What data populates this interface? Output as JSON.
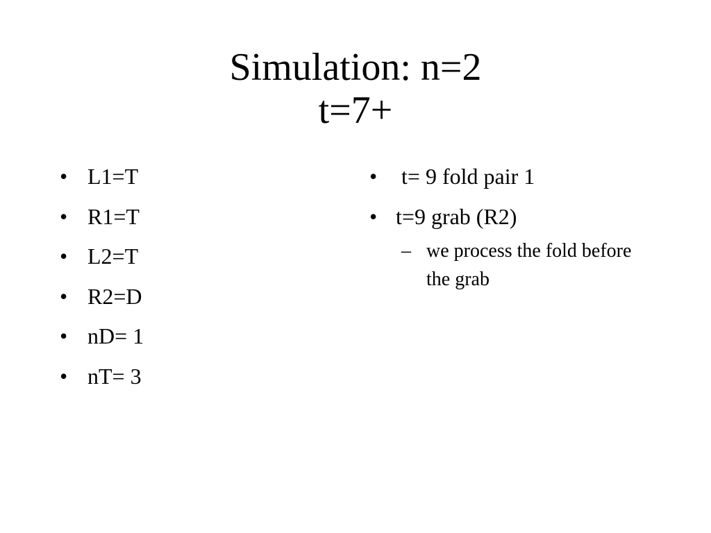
{
  "title": {
    "line1": "Simulation: n=2",
    "line2": "t=7+"
  },
  "left_bullets": [
    "L1=T",
    "R1=T",
    "L2=T",
    "R2=D",
    "nD= 1",
    "nT= 3"
  ],
  "right_bullets": [
    " t= 9 fold pair 1",
    "t=9 grab (R2)"
  ],
  "right_subbullet": "we process the fold before the grab",
  "bullet_glyph": "•",
  "dash_glyph": "–"
}
